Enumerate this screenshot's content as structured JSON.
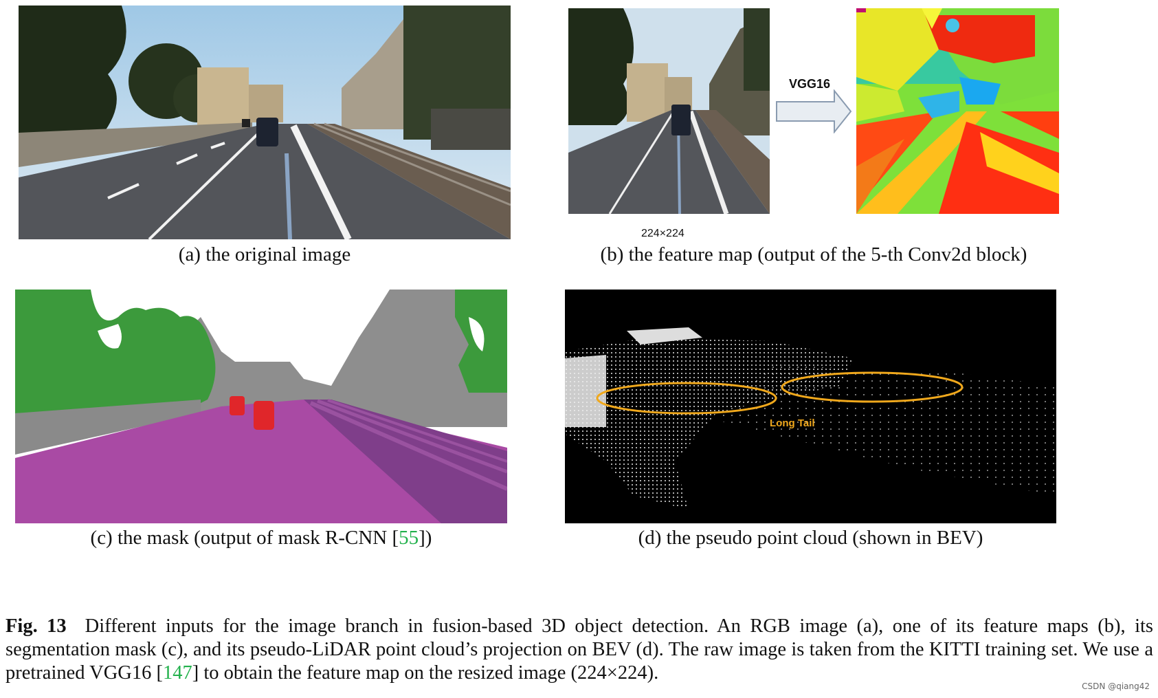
{
  "panel_a": {
    "caption": "(a) the original image"
  },
  "panel_b": {
    "caption": "(b) the feature map (output of the 5-th Conv2d block)",
    "arrow_label": "VGG16",
    "size_label": "224×224"
  },
  "panel_c": {
    "caption_pre": "(c) the mask (output of mask R-CNN [",
    "caption_ref": "55",
    "caption_post": "])"
  },
  "panel_d": {
    "caption": "(d) the pseudo point cloud (shown in BEV)",
    "annotation": "Long Tail"
  },
  "figure_caption": {
    "label": "Fig. 13",
    "text_1": "Different inputs for the image branch in fusion-based 3D object detection. An RGB image (a), one of its feature maps (b), its segmentation mask (c), and its pseudo-LiDAR point cloud’s projection on BEV (d). The raw image is taken from the KITTI training set. We use a pretrained VGG16 [",
    "ref": "147",
    "text_2": "] to obtain the feature map on the resized image (224×224)."
  },
  "watermark": "CSDN @qiang42",
  "colors": {
    "mask_road": "#a94aa4",
    "mask_vegetation": "#3c9a3c",
    "mask_building": "#8e8e8e",
    "mask_car": "#e0262a",
    "ellipse": "#f0a81c",
    "ref_link": "#22b14c"
  }
}
